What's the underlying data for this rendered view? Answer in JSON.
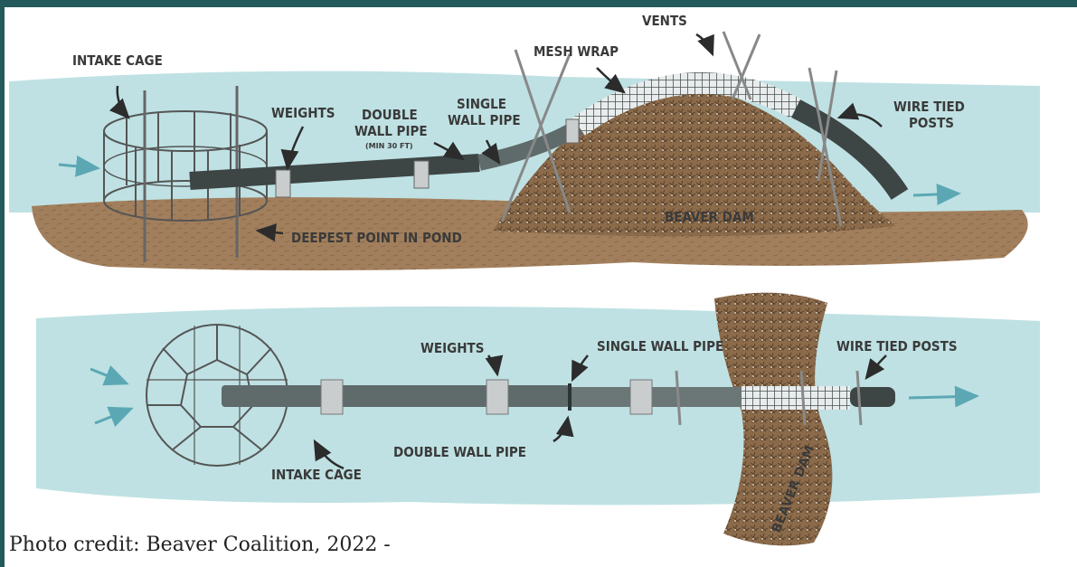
{
  "colors": {
    "frame": "#245a5c",
    "water": "#bfe1e3",
    "mud": "#a27f5c",
    "pipe": "#5f6a6a",
    "pipe_dark": "#3d4545",
    "weight": "#c9cdcd",
    "arrow": "#2c2c2c",
    "flow_arrow": "#5ba8b4"
  },
  "top_view": {
    "labels": {
      "intake_cage": "INTAKE CAGE",
      "weights": "WEIGHTS",
      "double_wall_pipe_1": "DOUBLE",
      "double_wall_pipe_2": "WALL PIPE",
      "double_wall_pipe_note": "(MIN 30 FT)",
      "single_wall_pipe_1": "SINGLE",
      "single_wall_pipe_2": "WALL PIPE",
      "mesh_wrap": "MESH WRAP",
      "vents": "VENTS",
      "wire_tied_posts_1": "WIRE TIED",
      "wire_tied_posts_2": "POSTS",
      "beaver_dam": "BEAVER DAM",
      "deepest_point": "DEEPEST POINT IN POND"
    }
  },
  "bottom_view": {
    "labels": {
      "weights": "WEIGHTS",
      "single_wall_pipe": "SINGLE WALL PIPE",
      "wire_tied_posts": "WIRE TIED POSTS",
      "double_wall_pipe": "DOUBLE WALL PIPE",
      "intake_cage": "INTAKE CAGE",
      "beaver_dam": "BEAVER DAM"
    }
  },
  "credit": "Photo credit: Beaver Coalition, 2022  -"
}
